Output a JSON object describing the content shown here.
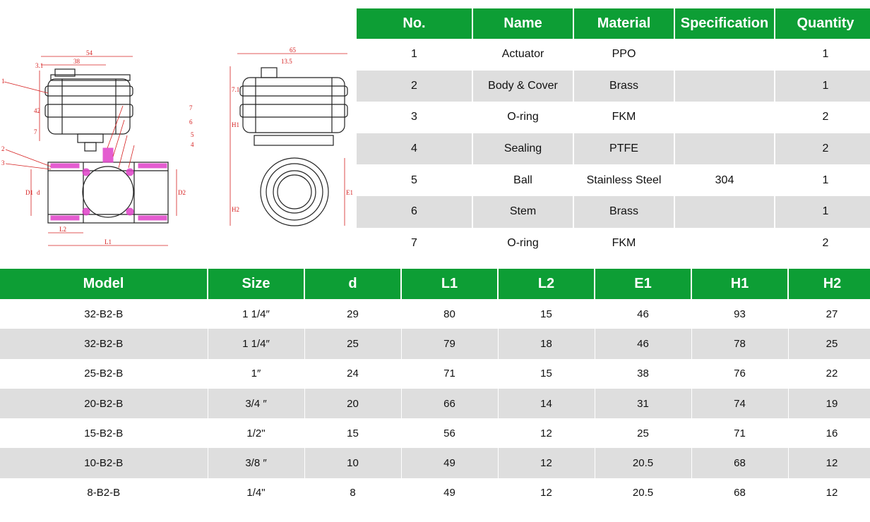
{
  "drawing": {
    "dims": {
      "w54": "54",
      "w38": "38",
      "h3_1": "3.1",
      "h42": "42",
      "h7": "7",
      "d1": "D1",
      "d": "d",
      "d2": "D2",
      "l2": "L2",
      "l1": "L1",
      "w65": "65",
      "w13_5": "13.5",
      "h7_1": "7.1",
      "h1": "H1",
      "h2": "H2",
      "e1": "E1"
    },
    "callouts": [
      "1",
      "2",
      "3",
      "4",
      "5",
      "6",
      "7"
    ]
  },
  "parts_table": {
    "headers": [
      "No.",
      "Name",
      "Material",
      "Specification",
      "Quantity"
    ],
    "rows": [
      [
        "1",
        "Actuator",
        "PPO",
        "",
        "1"
      ],
      [
        "2",
        "Body & Cover",
        "Brass",
        "",
        "1"
      ],
      [
        "3",
        "O-ring",
        "FKM",
        "",
        "2"
      ],
      [
        "4",
        "Sealing",
        "PTFE",
        "",
        "2"
      ],
      [
        "5",
        "Ball",
        "Stainless Steel",
        "304",
        "1"
      ],
      [
        "6",
        "Stem",
        "Brass",
        "",
        "1"
      ],
      [
        "7",
        "O-ring",
        "FKM",
        "",
        "2"
      ]
    ]
  },
  "model_table": {
    "headers": [
      "Model",
      "Size",
      "d",
      "L1",
      "L2",
      "E1",
      "H1",
      "H2"
    ],
    "rows": [
      [
        "32-B2-B",
        "1 1/4″",
        "29",
        "80",
        "15",
        "46",
        "93",
        "27"
      ],
      [
        "32-B2-B",
        "1 1/4″",
        "25",
        "79",
        "18",
        "46",
        "78",
        "25"
      ],
      [
        "25-B2-B",
        "1″",
        "24",
        "71",
        "15",
        "38",
        "76",
        "22"
      ],
      [
        "20-B2-B",
        "3/4 ″",
        "20",
        "66",
        "14",
        "31",
        "74",
        "19"
      ],
      [
        "15-B2-B",
        "1/2\"",
        "15",
        "56",
        "12",
        "25",
        "71",
        "16"
      ],
      [
        "10-B2-B",
        "3/8 ″",
        "10",
        "49",
        "12",
        "20.5",
        "68",
        "12"
      ],
      [
        "8-B2-B",
        "1/4\"",
        "8",
        "49",
        "12",
        "20.5",
        "68",
        "12"
      ]
    ]
  },
  "colors": {
    "header_green": "#0d9e35",
    "stripe_gray": "#dedede",
    "dim_red": "#d62020",
    "section_pink": "#e040c8"
  }
}
